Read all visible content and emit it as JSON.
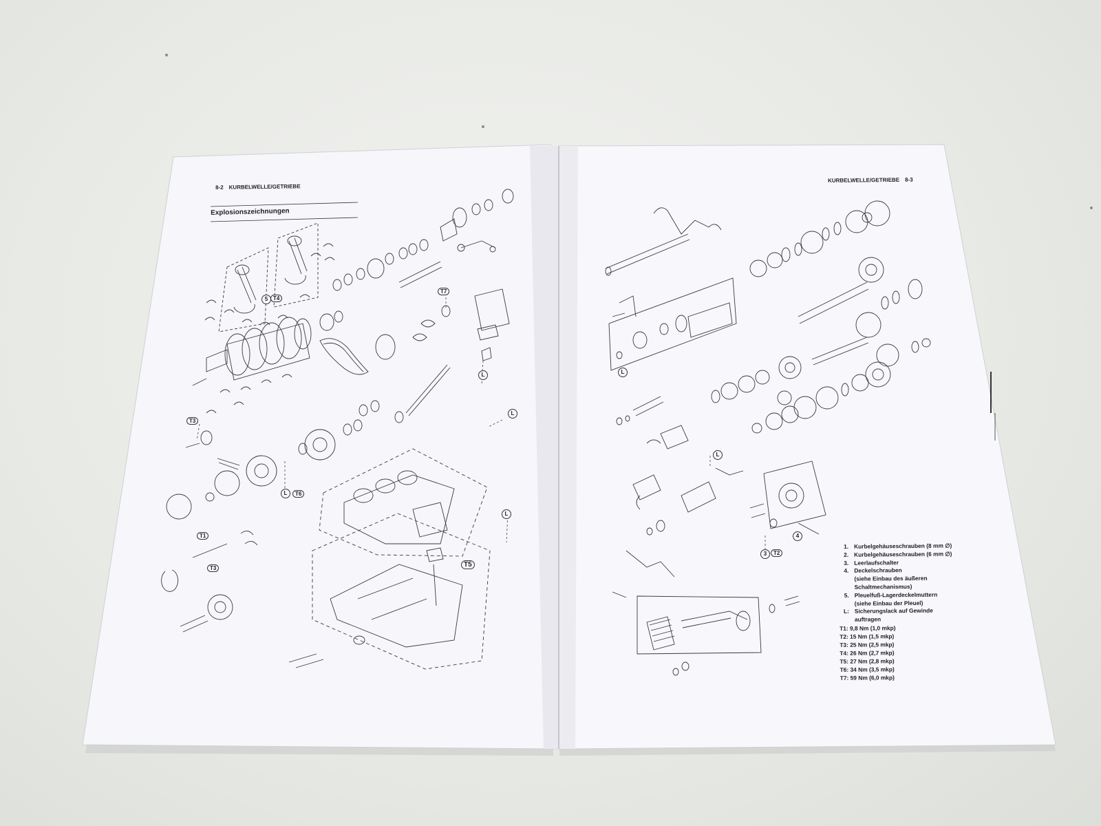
{
  "left_page": {
    "page_number": "8-2",
    "running_header": "KURBELWELLE/GETRIEBE",
    "section_title": "Explosionszeichnungen",
    "callouts": [
      "T3",
      "T4",
      "T7",
      "T6",
      "T1",
      "T3",
      "T5",
      "L",
      "L",
      "L",
      "5"
    ]
  },
  "right_page": {
    "page_number": "8-3",
    "running_header": "KURBELWELLE/GETRIEBE",
    "callouts": [
      "L",
      "L",
      "3",
      "T2",
      "4"
    ]
  },
  "legend": {
    "items": [
      {
        "num": "1.",
        "text": "Kurbelgehäuseschrauben (8 mm ∅)"
      },
      {
        "num": "2.",
        "text": "Kurbelgehäuseschrauben (6 mm ∅)"
      },
      {
        "num": "3.",
        "text": "Leerlaufschalter"
      },
      {
        "num": "4.",
        "text": "Deckelschrauben",
        "sub": [
          "(siehe Einbau des äußeren",
          "Schaltmechanismus)"
        ]
      },
      {
        "num": "5.",
        "text": "Pleuelfuß-Lagerdeckelmuttern",
        "sub": [
          "(siehe Einbau der Pleuel)"
        ]
      },
      {
        "num": "L:",
        "text": "Sicherungslack auf Gewinde",
        "sub": [
          "auftragen"
        ]
      }
    ],
    "torques": [
      "T1: 9,8 Nm (1,0 mkp)",
      "T2: 15 Nm (1,5 mkp)",
      "T3: 25 Nm (2,5 mkp)",
      "T4: 26 Nm (2,7 mkp)",
      "T5: 27 Nm (2,8 mkp)",
      "T6: 34 Nm (3,5 mkp)",
      "T7: 59 Nm (6,0 mkp)"
    ]
  }
}
